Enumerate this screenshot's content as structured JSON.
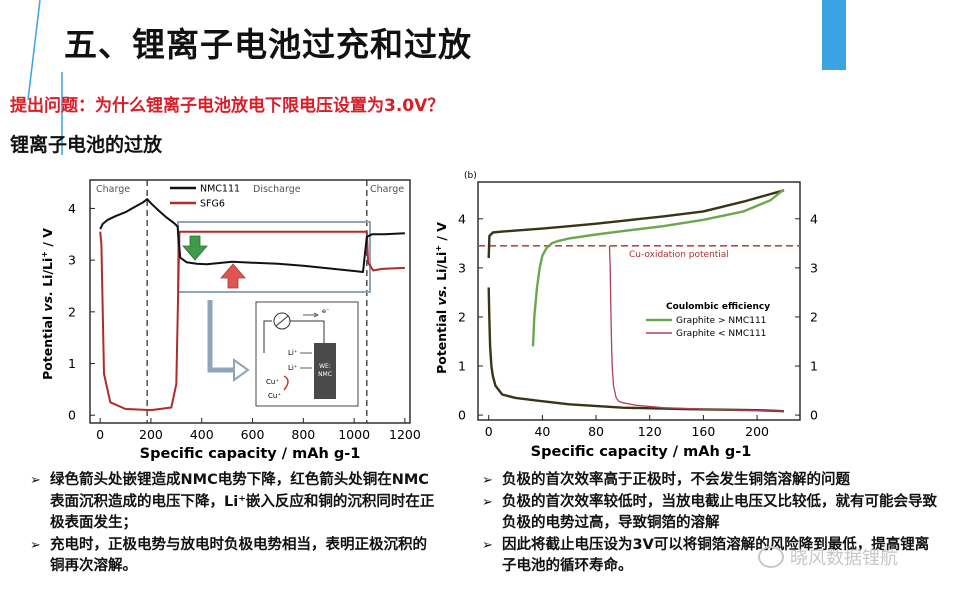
{
  "slide": {
    "title": "五、锂离子电池过充和过放",
    "question": "提出问题：为什么锂离子电池放电下限电压设置为3.0V？",
    "section_heading": "锂离子电池的过放",
    "accent_color": "#d81e28",
    "bar_color": "#3aa3e3"
  },
  "left_figure": {
    "ylabel_a": "Potential ",
    "ylabel_b": "vs.",
    "ylabel_c": " Li/Li",
    "ylabel_sup": "+",
    "ylabel_d": " / V",
    "xlabel": "Specific capacity / mAh g-1",
    "x_ticks": [
      "0",
      "200",
      "400",
      "600",
      "800",
      "1000",
      "1200"
    ],
    "y_ticks": [
      "0",
      "1",
      "2",
      "3",
      "4"
    ],
    "region_labels": {
      "charge_left": "Charge",
      "discharge": "Discharge",
      "charge_right": "Charge"
    },
    "legend": [
      {
        "name": "NMC111",
        "color": "#111111"
      },
      {
        "name": "SFG6",
        "color": "#b02a2a"
      }
    ],
    "inset": {
      "cell_label_1": "WE:",
      "cell_label_2": "NMC",
      "ions": [
        "Li⁺",
        "Li⁺",
        "Cu⁺",
        "Cu⁺"
      ],
      "electron": "e⁻"
    },
    "arrows": {
      "green": "#3f9a4a",
      "red": "#e0554f"
    }
  },
  "right_figure": {
    "panel_label": "(b)",
    "ylabel_a": "Potential ",
    "ylabel_b": "vs.",
    "ylabel_c": " Li/Li",
    "ylabel_sup": "+",
    "ylabel_d": " / V",
    "xlabel": "Specific capacity / mAh g-1",
    "x_ticks": [
      "0",
      "40",
      "80",
      "120",
      "160",
      "200"
    ],
    "y_ticks": [
      "0",
      "1",
      "2",
      "3",
      "4"
    ],
    "y2_ticks": [
      "0",
      "1",
      "2",
      "3",
      "4"
    ],
    "cu_label": "Cu-oxidation potential",
    "legend_title": "Coulombic efficiency",
    "legend": [
      {
        "name": "Graphite > NMC111",
        "color": "#6aa84f"
      },
      {
        "name": "Graphite < NMC111",
        "color": "#b0405a"
      }
    ]
  },
  "bullets_left": [
    "绿色箭头处嵌锂造成NMC电势下降，红色箭头处铜在NMC表面沉积造成的电压下降，Li⁺嵌入反应和铜的沉积同时在正极表面发生；",
    "充电时，正极电势与放电时负极电势相当，表明正极沉积的铜再次溶解。"
  ],
  "bullets_right": [
    "负极的首次效率高于正极时，不会发生铜箔溶解的问题",
    "负极的首次效率较低时，当放电截止电压又比较低，就有可能会导致负极的电势过高，导致铜箔的溶解",
    "因此将截止电压设为3V可以将铜箔溶解的风险降到最低，提高锂离子电池的循环寿命。"
  ],
  "bullet_mark": "➢",
  "watermark": "晓风数据锂航",
  "chart_data": [
    {
      "type": "line",
      "xlabel": "Specific capacity / mAh g-1",
      "ylabel": "Potential vs. Li/Li+ / V",
      "xlim": [
        -40,
        1220
      ],
      "ylim": [
        -0.15,
        4.55
      ],
      "series": [
        {
          "name": "NMC111",
          "color": "#111111",
          "x": [
            0,
            10,
            30,
            60,
            100,
            140,
            170,
            185,
            200,
            230,
            260,
            290,
            305,
            315,
            340,
            380,
            420,
            460,
            520,
            600,
            700,
            800,
            900,
            1000,
            1035,
            1050,
            1070,
            1120,
            1200
          ],
          "y": [
            3.6,
            3.7,
            3.78,
            3.85,
            3.93,
            4.04,
            4.12,
            4.18,
            4.1,
            3.96,
            3.83,
            3.72,
            3.65,
            3.05,
            2.96,
            2.93,
            2.92,
            2.94,
            2.97,
            2.95,
            2.93,
            2.89,
            2.84,
            2.79,
            2.77,
            3.45,
            3.5,
            3.5,
            3.52
          ]
        },
        {
          "name": "SFG6",
          "color": "#b02a2a",
          "x": [
            0,
            5,
            15,
            40,
            100,
            200,
            280,
            300,
            312,
            330,
            500,
            800,
            1050,
            1055,
            1075,
            1110,
            1200
          ],
          "y": [
            3.55,
            3.3,
            0.8,
            0.25,
            0.12,
            0.1,
            0.15,
            0.6,
            3.55,
            3.55,
            3.55,
            3.55,
            3.55,
            2.95,
            2.8,
            2.83,
            2.85
          ]
        }
      ]
    },
    {
      "type": "line",
      "xlabel": "Specific capacity / mAh g-1",
      "ylabel": "Potential vs. Li/Li+ / V",
      "xlim": [
        -8,
        232
      ],
      "ylim": [
        -0.1,
        4.75
      ],
      "reference_line": {
        "y": 3.45,
        "label": "Cu-oxidation potential"
      },
      "series": [
        {
          "name": "Graphite > NMC111",
          "color": "#6aa84f",
          "x": [
            33,
            34,
            36,
            38,
            40,
            43,
            47,
            52,
            60,
            80,
            100,
            130,
            160,
            190,
            210,
            220
          ],
          "y": [
            1.4,
            2.0,
            2.6,
            3.0,
            3.25,
            3.4,
            3.5,
            3.55,
            3.6,
            3.68,
            3.75,
            3.85,
            3.98,
            4.15,
            4.38,
            4.6
          ]
        },
        {
          "name": "Graphite < NMC111",
          "color": "#b0405a",
          "x": [
            90,
            90.5,
            91,
            91.5,
            92,
            93,
            95,
            97,
            100,
            110,
            130,
            160,
            190,
            220
          ],
          "y": [
            3.45,
            3.0,
            2.2,
            1.5,
            1.0,
            0.6,
            0.35,
            0.28,
            0.25,
            0.2,
            0.15,
            0.12,
            0.1,
            0.08
          ]
        },
        {
          "name": "",
          "color": "#3a3416",
          "x": [
            0,
            0.5,
            3,
            10,
            20,
            40,
            60,
            80,
            100,
            130,
            160,
            190,
            220
          ],
          "y": [
            3.2,
            3.65,
            3.72,
            3.74,
            3.76,
            3.8,
            3.85,
            3.9,
            3.96,
            4.05,
            4.15,
            4.35,
            4.58
          ]
        },
        {
          "name": "",
          "color": "#3a3416",
          "x": [
            0,
            0.4,
            1,
            2,
            3,
            5,
            10,
            20,
            35,
            60,
            100,
            150,
            200,
            220
          ],
          "y": [
            2.6,
            2.0,
            1.4,
            1.0,
            0.8,
            0.6,
            0.42,
            0.35,
            0.3,
            0.22,
            0.15,
            0.12,
            0.1,
            0.08
          ]
        }
      ]
    }
  ]
}
